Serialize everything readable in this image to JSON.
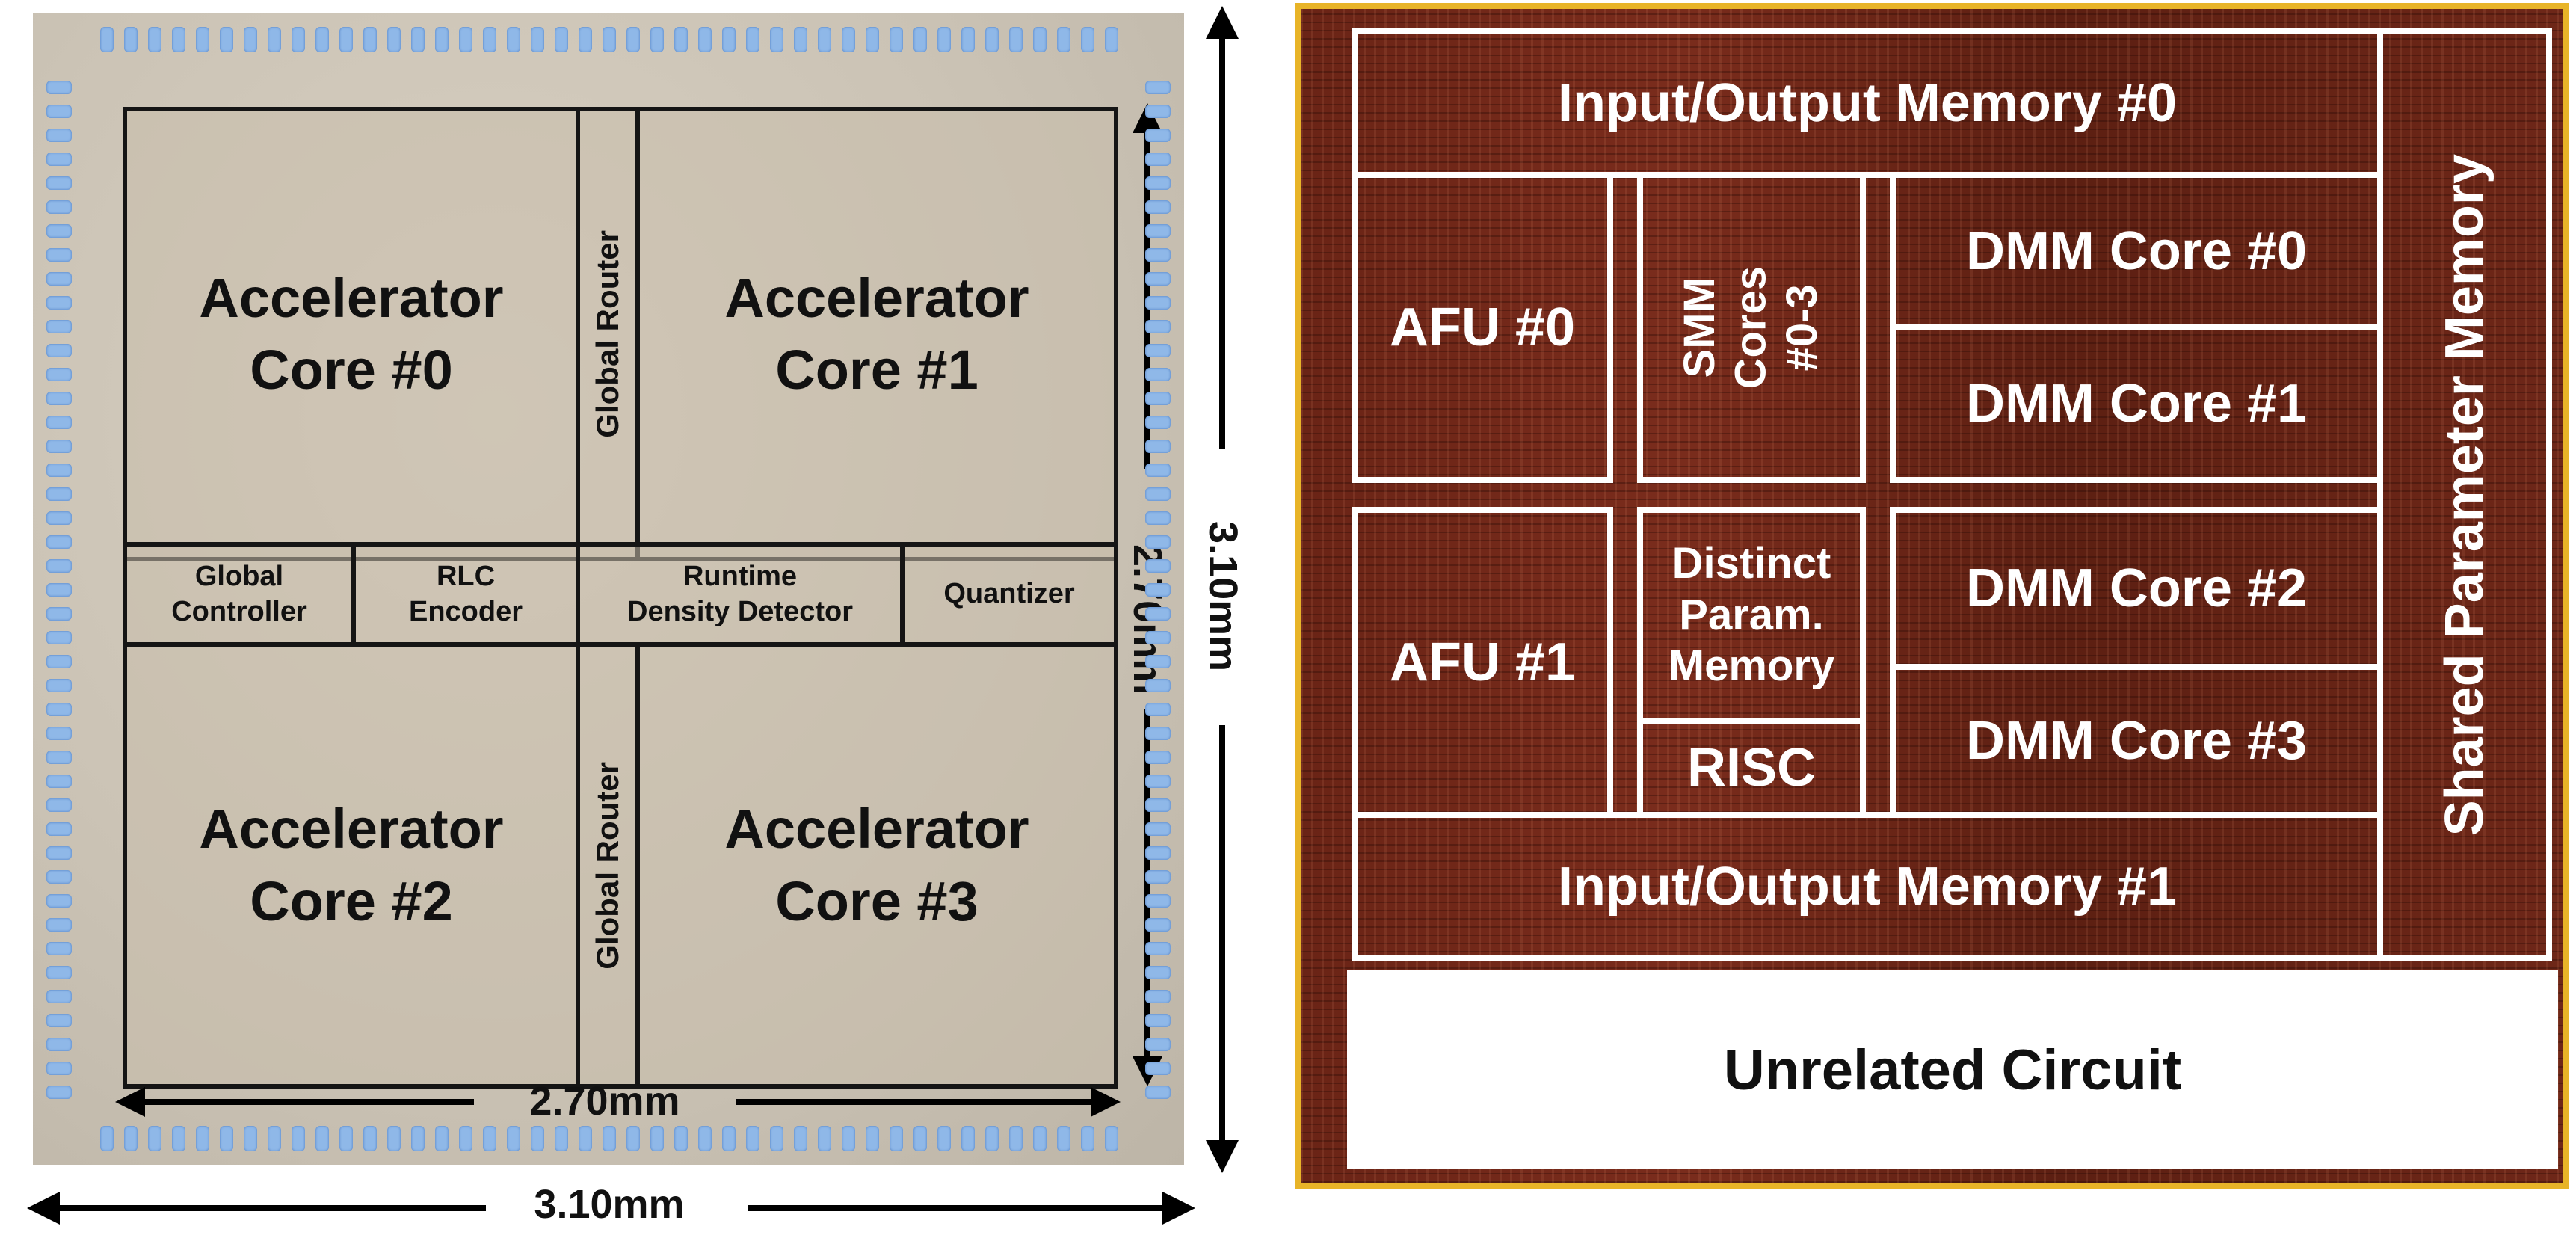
{
  "left_die": {
    "cores": [
      "Accelerator\nCore #0",
      "Accelerator\nCore #1",
      "Accelerator\nCore #2",
      "Accelerator\nCore #3"
    ],
    "global_router_top": "Global Router",
    "global_router_bottom": "Global Router",
    "middle_blocks": {
      "global_controller": "Global\nController",
      "rlc_encoder": "RLC\nEncoder",
      "density_detector": "Runtime\nDensity Detector",
      "quantizer": "Quantizer"
    },
    "inner_width_label": "2.70mm",
    "inner_height_label": "2.70mm",
    "outer_width_label": "3.10mm",
    "outer_height_label": "3.10mm",
    "colors": {
      "die": "#cbc3b5",
      "pads": "#8fb8e8",
      "lines": "#151515"
    }
  },
  "right_die": {
    "io_memory_0": "Input/Output Memory #0",
    "io_memory_1": "Input/Output Memory #1",
    "afu_0": "AFU #0",
    "afu_1": "AFU #1",
    "smm_cores": "SMM\nCores\n#0-3",
    "distinct_param_memory": "Distinct\nParam.\nMemory",
    "risc": "RISC",
    "dmm_core_0": "DMM Core #0",
    "dmm_core_1": "DMM Core #1",
    "dmm_core_2": "DMM Core #2",
    "dmm_core_3": "DMM Core #3",
    "shared_parameter_memory": "Shared Parameter Memory",
    "unrelated_circuit": "Unrelated Circuit",
    "colors": {
      "die": "#6a2416",
      "border": "#e8b428",
      "box_lines": "#ffffff"
    }
  }
}
